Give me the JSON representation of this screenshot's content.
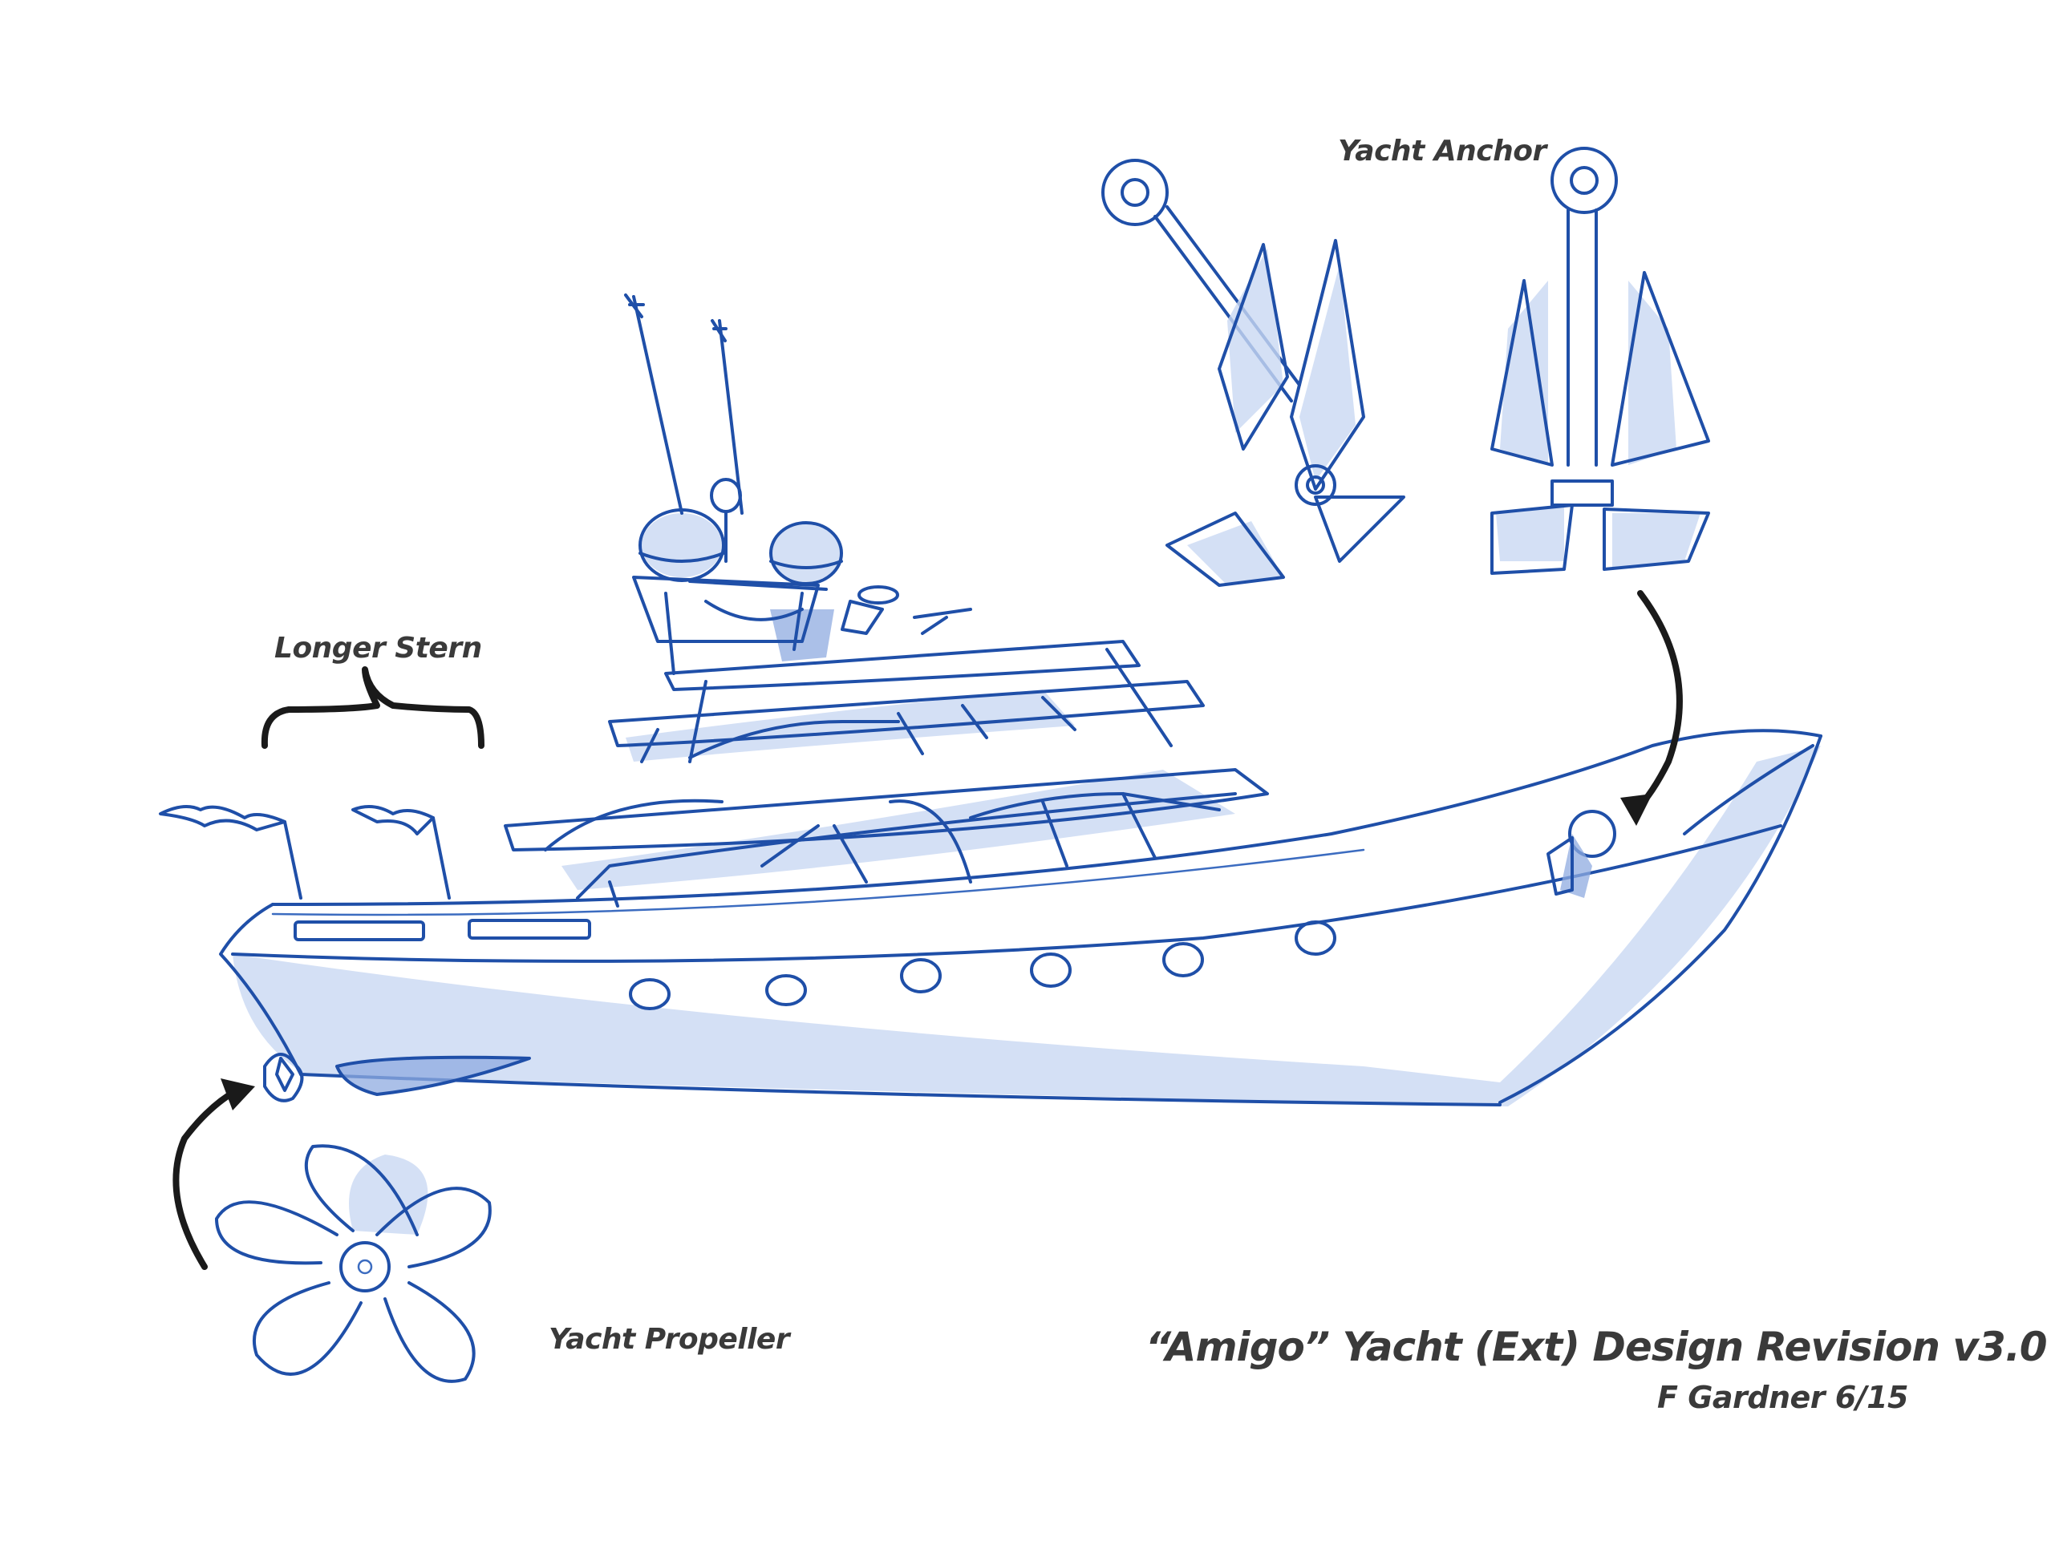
{
  "labels": {
    "anchor": "Yacht Anchor",
    "stern": "Longer Stern",
    "propeller": "Yacht Propeller",
    "title": "“Amigo” Yacht (Ext) Design Revision v3.0",
    "signature": "F Gardner 6/15"
  },
  "colors": {
    "pencil": "#1f4fa8",
    "shading": "#c9d8f2",
    "arrows": "#1a1a1a",
    "text": "#3a3a3a"
  }
}
